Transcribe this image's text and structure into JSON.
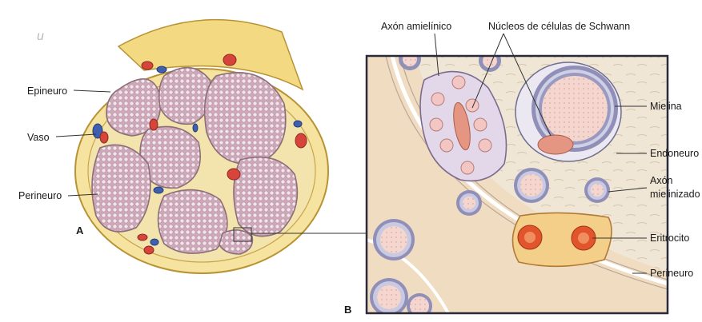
{
  "figure": {
    "panel_a": {
      "letter": "A",
      "labels": {
        "epineuro": "Epineuro",
        "vaso": "Vaso",
        "perineuro": "Perineuro"
      },
      "corner_mark": "u"
    },
    "panel_b": {
      "letter": "B",
      "labels": {
        "axon_amielinico": "Axón amielínico",
        "nucleos_schwann": "Núcleos de células de Schwann",
        "mielina": "Mielina",
        "endoneuro": "Endoneuro",
        "axon_mielinizado_line1": "Axón",
        "axon_mielinizado_line2": "mielinizado",
        "eritrocito": "Eritrocito",
        "perineuro": "Perineuro"
      }
    },
    "colors": {
      "epineurium": "#f6e3a0",
      "epineurium_edge": "#c9a548",
      "fascicle_fill": "#d9b9c6",
      "fascicle_dot": "#f3e8ee",
      "perineurium_line": "#9a7f86",
      "vessel_red": "#d7443a",
      "vessel_blue": "#3f5fb0",
      "unmyelinated_cell": "#e3d7ea",
      "myelin_ring": "#8f8fb8",
      "axon_core": "#f5d1c8",
      "erythrocyte": "#e2542c",
      "endoneurium": "#efe6d8",
      "frame": "#2a2a3a"
    }
  }
}
